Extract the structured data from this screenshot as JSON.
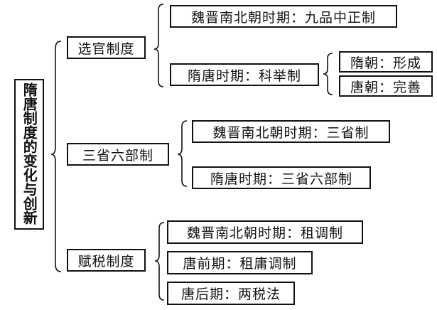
{
  "root": {
    "label": "隋唐制度的变化与创新",
    "chars": [
      "隋",
      "唐",
      "制",
      "度",
      "的",
      "变",
      "化",
      "与",
      "创",
      "新"
    ]
  },
  "branches": [
    {
      "label": "选官制度",
      "items": [
        {
          "label": "魏晋南北朝时期：九品中正制"
        },
        {
          "label": "隋唐时期：科举制",
          "items": [
            {
              "label": "隋朝：形成"
            },
            {
              "label": "唐朝：完善"
            }
          ]
        }
      ]
    },
    {
      "label": "三省六部制",
      "items": [
        {
          "label": "魏晋南北朝时期：三省制"
        },
        {
          "label": "隋唐时期：三省六部制"
        }
      ]
    },
    {
      "label": "赋税制度",
      "items": [
        {
          "label": "魏晋南北朝时期：租调制"
        },
        {
          "label": "唐前期：租庸调制"
        },
        {
          "label": "唐后期：两税法"
        }
      ]
    }
  ]
}
